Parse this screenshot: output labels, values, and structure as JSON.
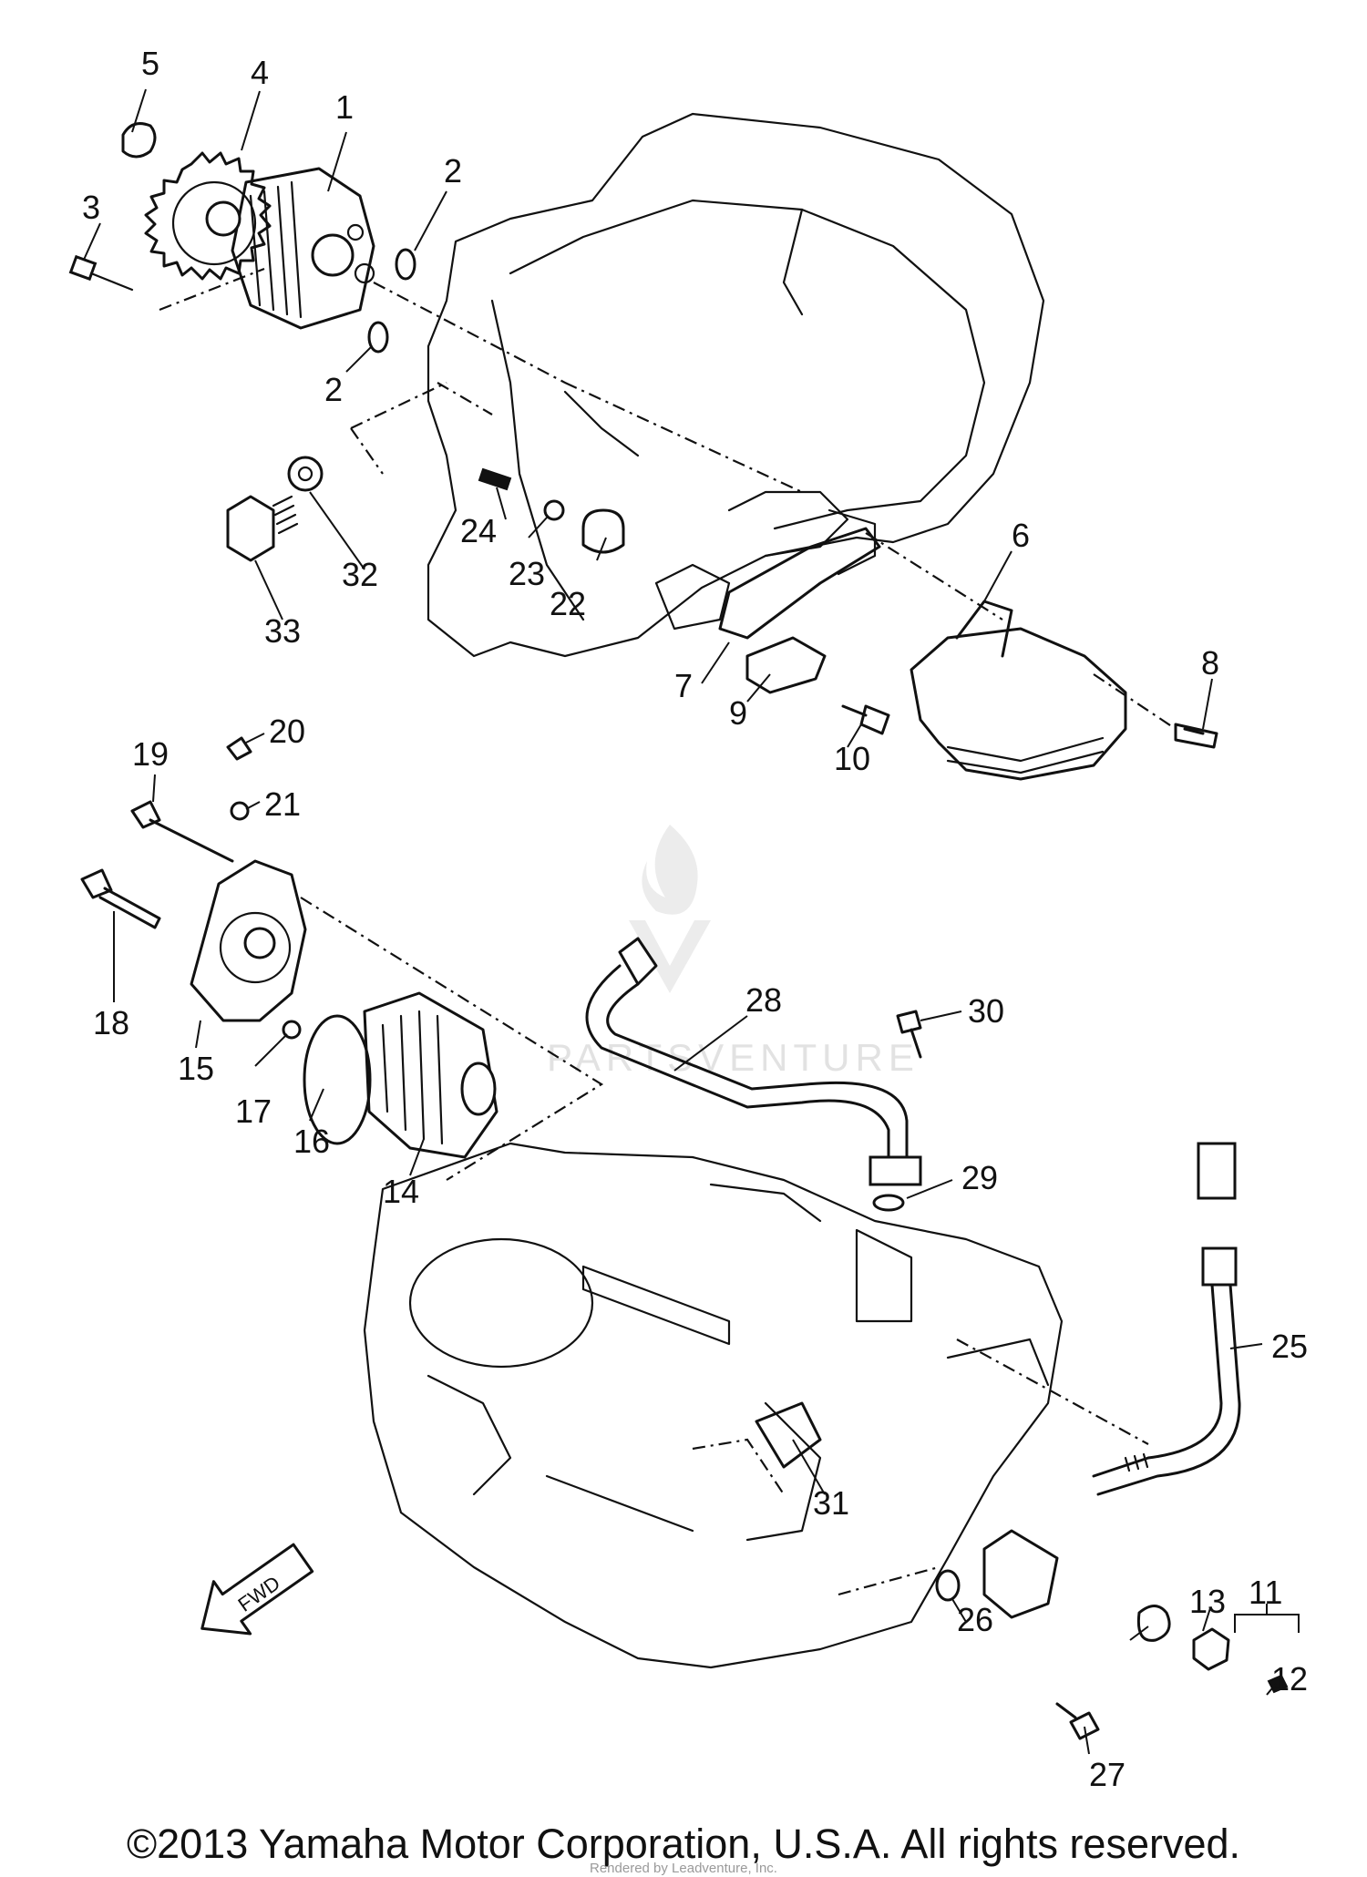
{
  "callouts": [
    {
      "id": "1",
      "label": "1"
    },
    {
      "id": "2a",
      "label": "2"
    },
    {
      "id": "2b",
      "label": "2"
    },
    {
      "id": "3",
      "label": "3"
    },
    {
      "id": "4",
      "label": "4"
    },
    {
      "id": "5",
      "label": "5"
    },
    {
      "id": "6",
      "label": "6"
    },
    {
      "id": "7",
      "label": "7"
    },
    {
      "id": "8",
      "label": "8"
    },
    {
      "id": "9",
      "label": "9"
    },
    {
      "id": "10",
      "label": "10"
    },
    {
      "id": "11",
      "label": "11"
    },
    {
      "id": "12",
      "label": "12"
    },
    {
      "id": "13",
      "label": "13"
    },
    {
      "id": "14",
      "label": "14"
    },
    {
      "id": "15",
      "label": "15"
    },
    {
      "id": "16",
      "label": "16"
    },
    {
      "id": "17",
      "label": "17"
    },
    {
      "id": "18",
      "label": "18"
    },
    {
      "id": "19",
      "label": "19"
    },
    {
      "id": "20",
      "label": "20"
    },
    {
      "id": "21",
      "label": "21"
    },
    {
      "id": "22",
      "label": "22"
    },
    {
      "id": "23",
      "label": "23"
    },
    {
      "id": "24",
      "label": "24"
    },
    {
      "id": "25",
      "label": "25"
    },
    {
      "id": "26",
      "label": "26"
    },
    {
      "id": "27",
      "label": "27"
    },
    {
      "id": "28",
      "label": "28"
    },
    {
      "id": "29",
      "label": "29"
    },
    {
      "id": "30",
      "label": "30"
    },
    {
      "id": "31",
      "label": "31"
    },
    {
      "id": "32",
      "label": "32"
    },
    {
      "id": "33",
      "label": "33"
    }
  ],
  "fwd_arrow_label": "FWD",
  "watermark_text": "PARTSVENTURE",
  "footer": {
    "copyright": "©2013 Yamaha Motor Corporation, U.S.A. All rights reserved.",
    "rendered_by": "Rendered by Leadventure, Inc."
  },
  "colors": {
    "ink": "#111111",
    "watermark": "#e2e2e2",
    "background": "#ffffff"
  }
}
